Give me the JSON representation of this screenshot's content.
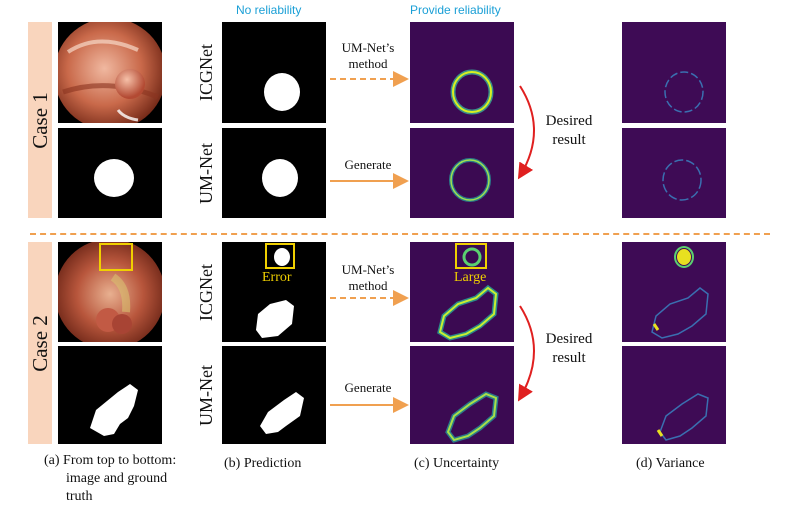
{
  "header": {
    "no_reliability": "No reliability",
    "provide_reliability": "Provide reliability"
  },
  "cases": {
    "case1": "Case 1",
    "case2": "Case 2"
  },
  "rows": {
    "icgnet": "ICGNet",
    "umnet": "UM-Net"
  },
  "arrows": {
    "method_line1": "UM-Net’s",
    "method_line2": "method",
    "generate": "Generate"
  },
  "desired": {
    "line1": "Desired",
    "line2": "result"
  },
  "annotations": {
    "error": "Error",
    "large": "Large"
  },
  "captions": {
    "a_line1": "(a) From top to bottom:",
    "a_line2": "image and ground truth",
    "b": "(b) Prediction",
    "c": "(c) Uncertainty",
    "d": "(d) Variance"
  },
  "colors": {
    "accent_blue": "#1a9fd6",
    "case_band": "#f9d5bd",
    "arrow_orange": "#f0a050",
    "desired_red": "#e02020",
    "annotation_yellow": "#f0d000",
    "uncertainty_bg": "#3b0a52"
  }
}
